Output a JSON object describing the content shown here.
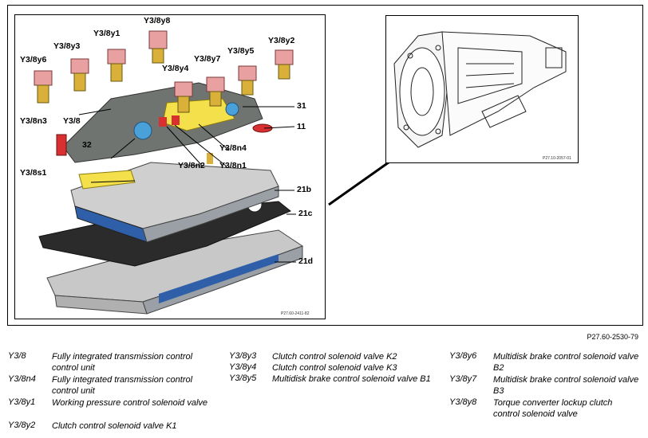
{
  "callouts": {
    "y3_8y8": "Y3/8y8",
    "y3_8y1": "Y3/8y1",
    "y3_8y3": "Y3/8y3",
    "y3_8y2": "Y3/8y2",
    "y3_8y6": "Y3/8y6",
    "y3_8y5": "Y3/8y5",
    "y3_8y7": "Y3/8y7",
    "y3_8y4": "Y3/8y4",
    "n31": "31",
    "n11": "11",
    "y3_8n3": "Y3/8n3",
    "y3_8": "Y3/8",
    "n32": "32",
    "y3_8n4": "Y3/8n4",
    "y3_8s1": "Y3/8s1",
    "y3_8n2": "Y3/8n2",
    "y3_8n1": "Y3/8n1",
    "n21b": "21b",
    "n21c": "21c",
    "n21d": "21d"
  },
  "panel_refs": {
    "exploded": "P27.60-2411-82",
    "transmission": "P27.10-2057-01"
  },
  "figure_ref": "P27.60-2530-79",
  "legend": {
    "col1": [
      {
        "code": "Y3/8",
        "desc": "Fully integrated transmission control control unit"
      },
      {
        "code": "Y3/8n4",
        "desc": "Fully integrated transmission control control unit"
      },
      {
        "code": "Y3/8y1",
        "desc": "Working pressure control solenoid valve"
      },
      {
        "code": "Y3/8y2",
        "desc": "Clutch control solenoid valve K1"
      }
    ],
    "col2": [
      {
        "code": "Y3/8y3",
        "desc": "Clutch control solenoid valve K2"
      },
      {
        "code": "Y3/8y4",
        "desc": "Clutch control solenoid valve K3"
      },
      {
        "code": "Y3/8y5",
        "desc": "Multidisk brake control solenoid valve B1"
      }
    ],
    "col3": [
      {
        "code": "Y3/8y6",
        "desc": "Multidisk brake control solenoid valve B2"
      },
      {
        "code": "Y3/8y7",
        "desc": "Multidisk brake control solenoid valve B3"
      },
      {
        "code": "Y3/8y8",
        "desc": "Torque converter lockup clutch control solenoid valve"
      }
    ]
  },
  "colors": {
    "solenoid": "#e8a0a0",
    "solenoid_body": "#d8b03a",
    "housing": "#6f7470",
    "conductor_yellow": "#f3e04a",
    "sensor_blue": "#4aa0d8",
    "sensor_red": "#d83030",
    "valve_body": "#c8c8c8",
    "valve_side_blue": "#2f5fa8",
    "plate_dark": "#2b2b2b"
  }
}
